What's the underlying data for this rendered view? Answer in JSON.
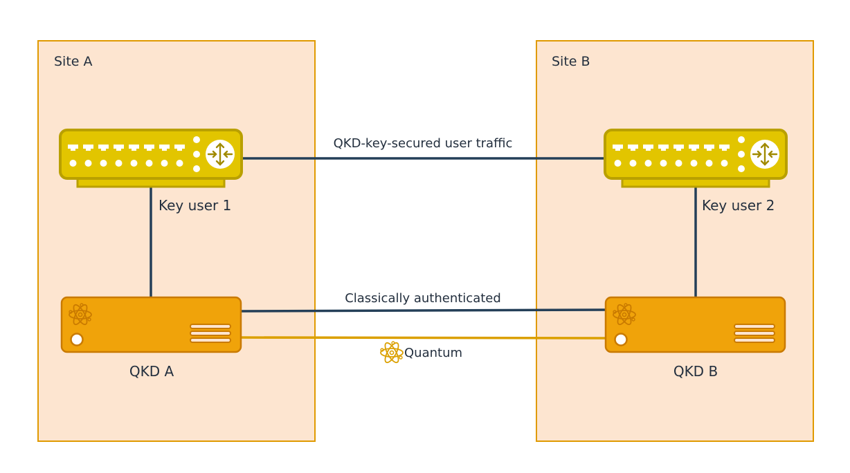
{
  "diagram": {
    "title": "QKD network diagram",
    "colors": {
      "site_fill": "#fde5d0",
      "site_border": "#e09a00",
      "router_fill": "#e2c500",
      "router_border": "#b9a000",
      "qkd_fill": "#f0a30a",
      "qkd_border": "#c97a00",
      "classical_link": "#243f58",
      "quantum_link": "#dba000"
    },
    "sites": [
      {
        "id": "site-a",
        "label": "Site A"
      },
      {
        "id": "site-b",
        "label": "Site B"
      }
    ],
    "nodes": {
      "key_user_1": {
        "label": "Key user 1",
        "icon": "router-icon"
      },
      "key_user_2": {
        "label": "Key user 2",
        "icon": "router-icon"
      },
      "qkd_a": {
        "label": "QKD A",
        "icon": "qkd-device-icon"
      },
      "qkd_b": {
        "label": "QKD B",
        "icon": "qkd-device-icon"
      }
    },
    "connections": [
      {
        "id": "user-traffic",
        "from": "key_user_1",
        "to": "key_user_2",
        "label": "QKD-key-secured user traffic",
        "type": "classical"
      },
      {
        "id": "classical-auth",
        "from": "qkd_a",
        "to": "qkd_b",
        "label": "Classically authenticated",
        "type": "classical"
      },
      {
        "id": "quantum",
        "from": "qkd_a",
        "to": "qkd_b",
        "label": "Quantum",
        "type": "quantum",
        "icon": "atom-icon"
      },
      {
        "id": "site-a-vertical",
        "from": "key_user_1",
        "to": "qkd_a",
        "label": "",
        "type": "classical"
      },
      {
        "id": "site-b-vertical",
        "from": "key_user_2",
        "to": "qkd_b",
        "label": "",
        "type": "classical"
      }
    ]
  }
}
